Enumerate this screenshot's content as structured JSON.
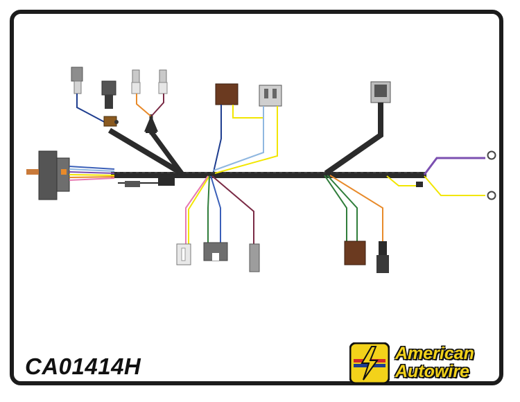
{
  "diagram": {
    "part_number": "CA01414H",
    "brand": {
      "line1": "American",
      "line2": "Autowire"
    },
    "colors": {
      "harness": "#2b2b2b",
      "frame": "#1c1c1c",
      "brand_yellow": "#f3d21a",
      "brand_red": "#d22a2a",
      "brand_blue": "#1e3d8f",
      "wire_yellow": "#f2e600",
      "wire_blue": "#3a5fb8",
      "wire_lightblue": "#8fb7e0",
      "wire_purple": "#7b4fb0",
      "wire_green": "#2f7d3a",
      "wire_orange": "#e88a2a",
      "wire_pink": "#e67ab1",
      "wire_maroon": "#7a2a45",
      "connector_brown": "#6b3a20",
      "connector_gray": "#7d7d7d",
      "connector_light": "#d4d4d4"
    }
  }
}
